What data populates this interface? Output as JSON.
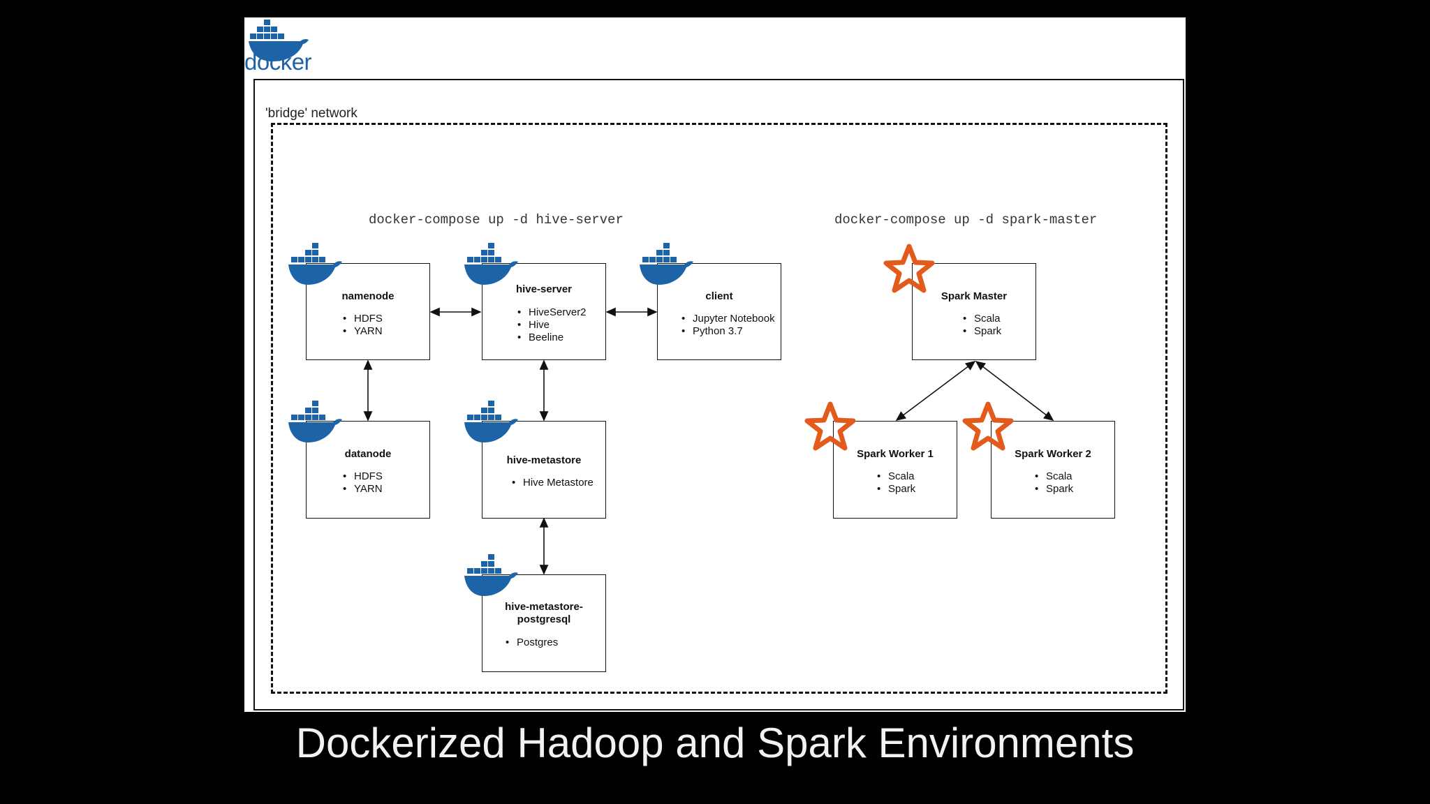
{
  "logo": {
    "text": "docker"
  },
  "network": {
    "label": "'bridge' network"
  },
  "compose": {
    "hive": "docker-compose up -d hive-server",
    "spark": "docker-compose up -d spark-master"
  },
  "nodes": {
    "namenode": {
      "title": "namenode",
      "items": [
        "HDFS",
        "YARN"
      ],
      "icon": "docker-whale-icon"
    },
    "hive_server": {
      "title": "hive-server",
      "items": [
        "HiveServer2",
        "Hive",
        "Beeline"
      ],
      "icon": "docker-whale-icon"
    },
    "client": {
      "title": "client",
      "items": [
        "Jupyter Notebook",
        "Python 3.7"
      ],
      "icon": "docker-whale-icon"
    },
    "datanode": {
      "title": "datanode",
      "items": [
        "HDFS",
        "YARN"
      ],
      "icon": "docker-whale-icon"
    },
    "hive_metastore": {
      "title": "hive-metastore",
      "items": [
        "Hive Metastore"
      ],
      "icon": "docker-whale-icon"
    },
    "hive_metastore_postgresql": {
      "title_line1": "hive-metastore-",
      "title_line2": "postgresql",
      "items": [
        "Postgres"
      ],
      "icon": "docker-whale-icon"
    },
    "spark_master": {
      "title": "Spark Master",
      "items": [
        "Scala",
        "Spark"
      ],
      "icon": "spark-star-icon"
    },
    "spark_worker_1": {
      "title": "Spark Worker 1",
      "items": [
        "Scala",
        "Spark"
      ],
      "icon": "spark-star-icon"
    },
    "spark_worker_2": {
      "title": "Spark Worker 2",
      "items": [
        "Scala",
        "Spark"
      ],
      "icon": "spark-star-icon"
    }
  },
  "caption": "Dockerized Hadoop and Spark Environments",
  "colors": {
    "docker_blue": "#1d63a8",
    "spark_orange": "#e25a1c",
    "background": "#000000"
  }
}
